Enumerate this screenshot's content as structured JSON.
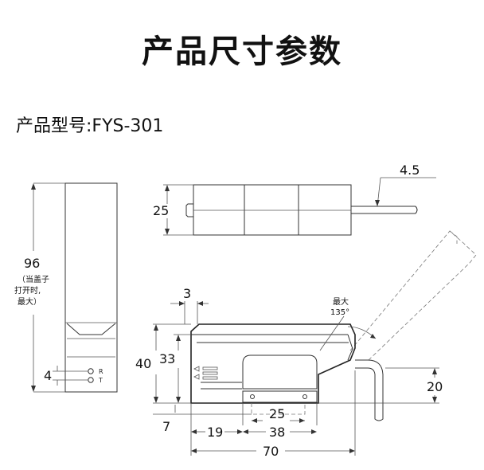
{
  "title": "产品尺寸参数",
  "model_label": "产品型号:FYS-301",
  "dimensions": {
    "d96": "96",
    "d96_note_1": "（当盖子",
    "d96_note_2": "打开时,",
    "d96_note_3": "最大）",
    "d4": "4",
    "d25_height": "25",
    "d4_5": "4.5",
    "d3": "3",
    "d40": "40",
    "d33": "33",
    "d7": "7",
    "d25_width": "25",
    "d19": "19",
    "d38": "38",
    "d70": "70",
    "d20": "20",
    "angle_max": "最大",
    "angle_value": "135°"
  },
  "indicators": {
    "r": "R",
    "t": "T"
  }
}
